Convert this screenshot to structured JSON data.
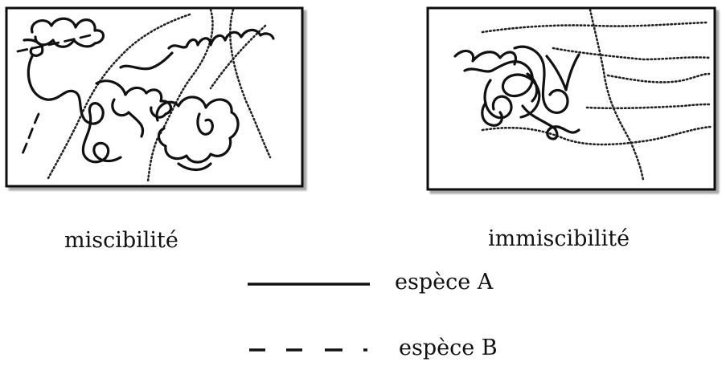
{
  "panels": {
    "left": {
      "caption": "miscibilité"
    },
    "right": {
      "caption": "immiscibilité"
    }
  },
  "legend": {
    "species_a": "espèce A",
    "species_b": "espèce B"
  }
}
